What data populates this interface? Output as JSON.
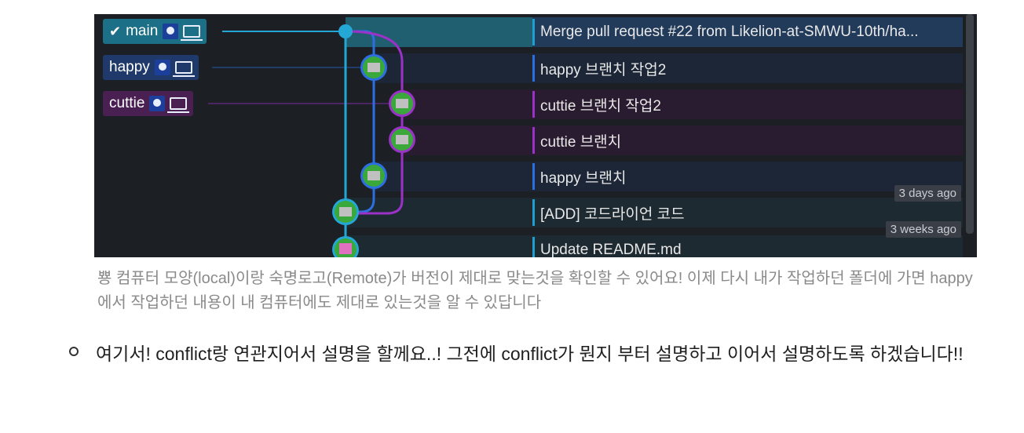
{
  "graph": {
    "refs": [
      {
        "name": "main",
        "checked": true,
        "color": "#1b6f86"
      },
      {
        "name": "happy",
        "checked": false,
        "color": "#1f3a6a"
      },
      {
        "name": "cuttie",
        "checked": false,
        "color": "#4a1f52"
      }
    ],
    "commits": [
      {
        "message": "Merge pull request #22 from Likelion-at-SMWU-10th/ha...",
        "bar_color": "#1f9fd0",
        "row_color": "#223b5a",
        "timestamp": ""
      },
      {
        "message": "happy 브랜치 작업2",
        "bar_color": "#2d6fe0",
        "row_color": "#1c2637",
        "timestamp": ""
      },
      {
        "message": "cuttie 브랜치 작업2",
        "bar_color": "#9b32c8",
        "row_color": "#2a1c30",
        "timestamp": ""
      },
      {
        "message": "cuttie 브랜치",
        "bar_color": "#9b32c8",
        "row_color": "#2a1c30",
        "timestamp": ""
      },
      {
        "message": "happy 브랜치",
        "bar_color": "#2d6fe0",
        "row_color": "#1c2637",
        "timestamp": "3 days ago"
      },
      {
        "message": "[ADD] 코드라이언 코드",
        "bar_color": "#1f9fd0",
        "row_color": "#1e2a31",
        "timestamp": "3 weeks ago"
      },
      {
        "message": "Update README.md",
        "bar_color": "#1f9fd0",
        "row_color": "#1e2a31",
        "timestamp": ""
      }
    ],
    "colors": {
      "main": "#25a7d6",
      "happy": "#2d6fe0",
      "cuttie": "#9b32c8"
    }
  },
  "caption": "뿅 컴퓨터 모양(local)이랑 숙명로고(Remote)가 버전이 제대로 맞는것을 확인할 수 있어요! 이제 다시 내가 작업하던 폴더에 가면 happy에서 작업하던 내용이 내 컴퓨터에도 제대로 있는것을 알 수 있답니다",
  "bullet": "여기서! conflict랑 연관지어서 설명을 할께요..! 그전에 conflict가 뭔지 부터 설명하고 이어서 설명하도록 하겠습니다!!"
}
